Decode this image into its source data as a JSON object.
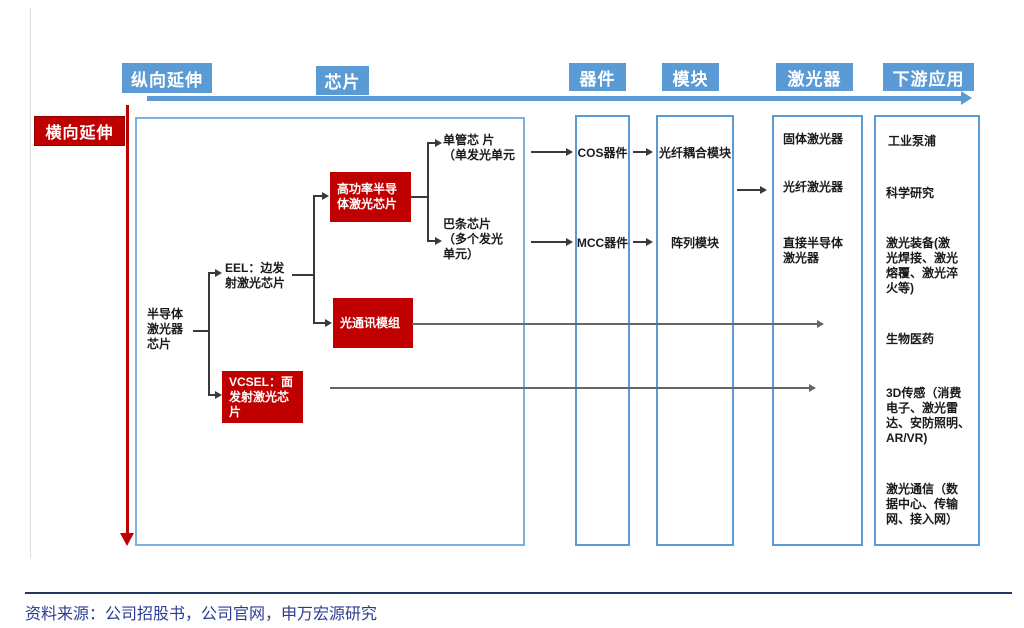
{
  "headers": {
    "vertical": "纵向延伸",
    "chip": "芯片",
    "device": "器件",
    "module": "模块",
    "laser": "激光器",
    "downstream": "下游应用"
  },
  "side_label": "横向延伸",
  "chip_section": {
    "root": "半导体\n激光器\n芯片",
    "eel": "EEL：边发\n射激光芯片",
    "vcsel": "VCSEL：面\n发射激光芯\n片",
    "high_power": "高功率半导\n体激光芯片",
    "optical_comm": "光通讯模组",
    "single_tube": "单管芯 片\n（单发光单元",
    "bar_chip": "巴条芯片\n（多个发光\n单元）"
  },
  "device_column": {
    "cos": "COS器件",
    "mcc": "MCC器件"
  },
  "module_column": {
    "fiber_coupling": "光纤耦合模块",
    "array": "阵列模块"
  },
  "laser_column": {
    "solid": "固体激光器",
    "fiber": "光纤激光器",
    "direct": "直接半导体\n激光器"
  },
  "downstream_column": {
    "industrial_pump": "工业泵浦",
    "science": "科学研究",
    "laser_equipment": "激光装备(激\n光焊接、激光\n熔覆、激光淬\n火等)",
    "biomedical": "生物医药",
    "sensing_3d": "3D传感（消费\n电子、激光雷\n达、安防照明、\nAR/VR)",
    "laser_comm": "激光通信（数\n据中心、传输\n网、接入网）"
  },
  "page": {
    "source_note": "资料来源：公司招股书，公司官网，申万宏源研究"
  },
  "colors": {
    "blue": "#5B9BD5",
    "mainblue": "#7EB1DD",
    "red": "#C00000",
    "line": "#3a3a3a",
    "gline": "#666666",
    "navy": "#2C3C94",
    "rule": "#1F3864"
  }
}
